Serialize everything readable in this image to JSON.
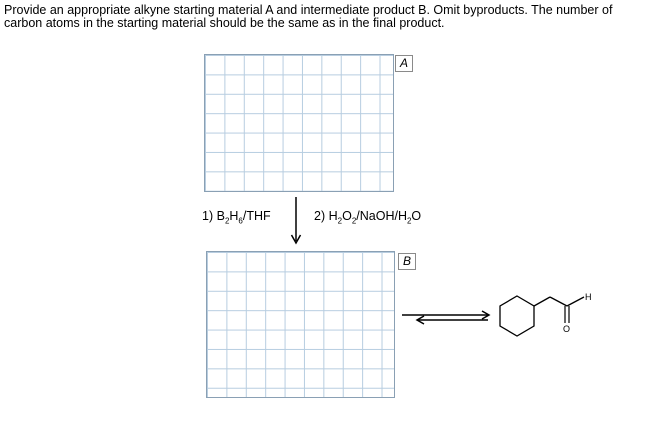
{
  "question": {
    "text": "Provide an appropriate alkyne starting material A and intermediate product B. Omit byproducts. The number of carbon atoms in the starting material should be the same as in the final product."
  },
  "box_a": {
    "label": "A"
  },
  "box_b": {
    "label": "B"
  },
  "step1": {
    "prefix": "1) B",
    "sub1": "2",
    "mid": "H",
    "sub2": "6",
    "suffix": "/THF"
  },
  "step2": {
    "prefix": "2) H",
    "sub1": "2",
    "mid1": "O",
    "sub2": "2",
    "mid2": "/NaOH/H",
    "sub3": "2",
    "suffix": "O"
  },
  "product": {
    "h_label": "H",
    "o_label": "O"
  }
}
